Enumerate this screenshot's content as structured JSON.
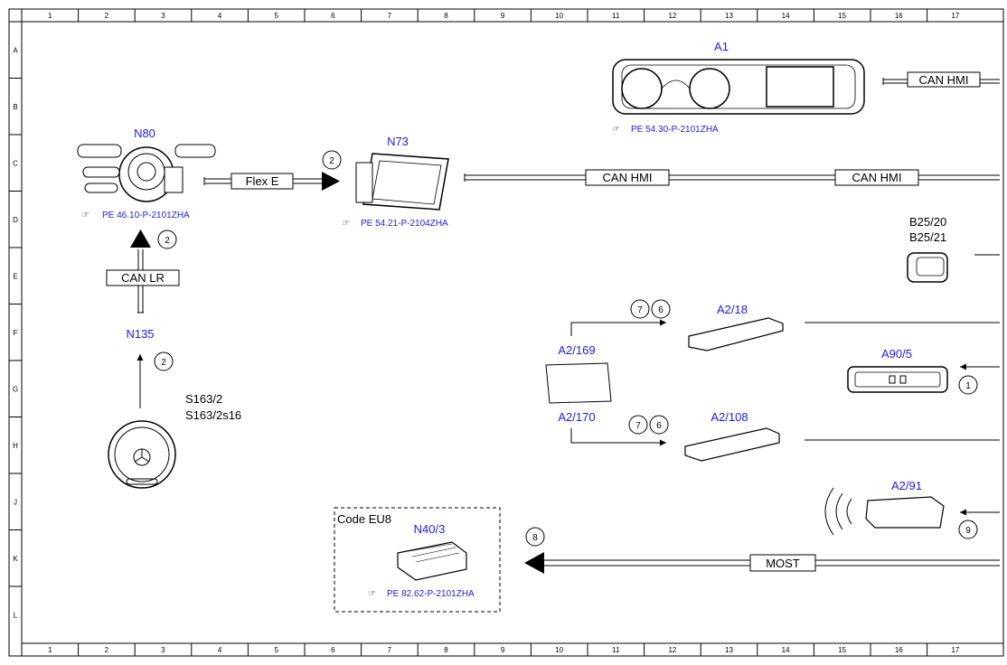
{
  "ruler": {
    "columns": [
      "1",
      "2",
      "3",
      "4",
      "5",
      "6",
      "7",
      "8",
      "9",
      "10",
      "11",
      "12",
      "13",
      "14",
      "15",
      "16",
      "17"
    ],
    "rows": [
      "A",
      "B",
      "C",
      "D",
      "E",
      "F",
      "G",
      "H",
      "J",
      "K",
      "L"
    ]
  },
  "components": {
    "a1": {
      "title": "A1",
      "ref": "PE 54.30-P-2101ZHA"
    },
    "n80": {
      "title": "N80",
      "ref": "PE 46.10-P-2101ZHA"
    },
    "n73": {
      "title": "N73",
      "ref": "PE 54.21-P-2104ZHA"
    },
    "n135": {
      "title": "N135"
    },
    "s163": {
      "line1": "S163/2",
      "line2": "S163/2s16"
    },
    "b25": {
      "line1": "B25/20",
      "line2": "B25/21"
    },
    "a2_18": {
      "title": "A2/18"
    },
    "a2_169": {
      "title": "A2/169"
    },
    "a2_170": {
      "title": "A2/170"
    },
    "a2_108": {
      "title": "A2/108"
    },
    "a90_5": {
      "title": "A90/5"
    },
    "a2_91": {
      "title": "A2/91"
    },
    "n40_3": {
      "title": "N40/3",
      "ref": "PE 82.62-P-2101ZHA",
      "code": "Code EU8"
    }
  },
  "bus_labels": {
    "can_hmi_top": "CAN HMI",
    "flex_e": "Flex E",
    "can_hmi_1": "CAN HMI",
    "can_hmi_2": "CAN HMI",
    "can_lr": "CAN LR",
    "most": "MOST"
  },
  "markers": {
    "n73_in": "2",
    "n80_in": "2",
    "n135_in": "2",
    "a2_18_a": "7",
    "a2_18_b": "6",
    "a2_108_a": "7",
    "a2_108_b": "6",
    "a90_5": "1",
    "a2_91": "9",
    "n40_3": "8"
  }
}
